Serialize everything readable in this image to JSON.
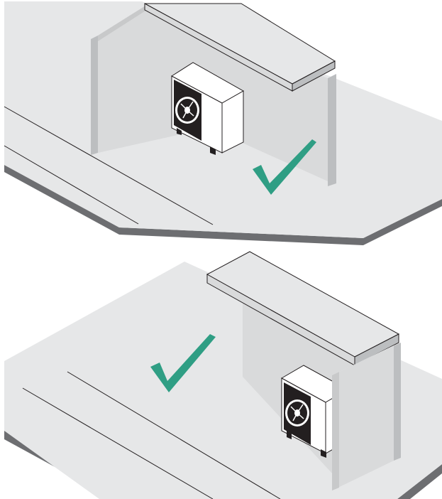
{
  "diagram": {
    "panels": [
      {
        "name": "installation-between-walls-under-canopy",
        "status": "approved",
        "status_icon": "checkmark-icon"
      },
      {
        "name": "installation-beside-wall-under-canopy",
        "status": "approved",
        "status_icon": "checkmark-icon"
      }
    ]
  },
  "colors": {
    "ground": "#e6e7e8",
    "ground_edge": "#6d6e71",
    "wall_light": "#d9dadb",
    "wall_dark": "#bcbec0",
    "canopy_top": "#e6e7e8",
    "canopy_edge": "#bcbec0",
    "unit_body": "#ffffff",
    "unit_fan": "#231f20",
    "check": "#2f9e84"
  }
}
